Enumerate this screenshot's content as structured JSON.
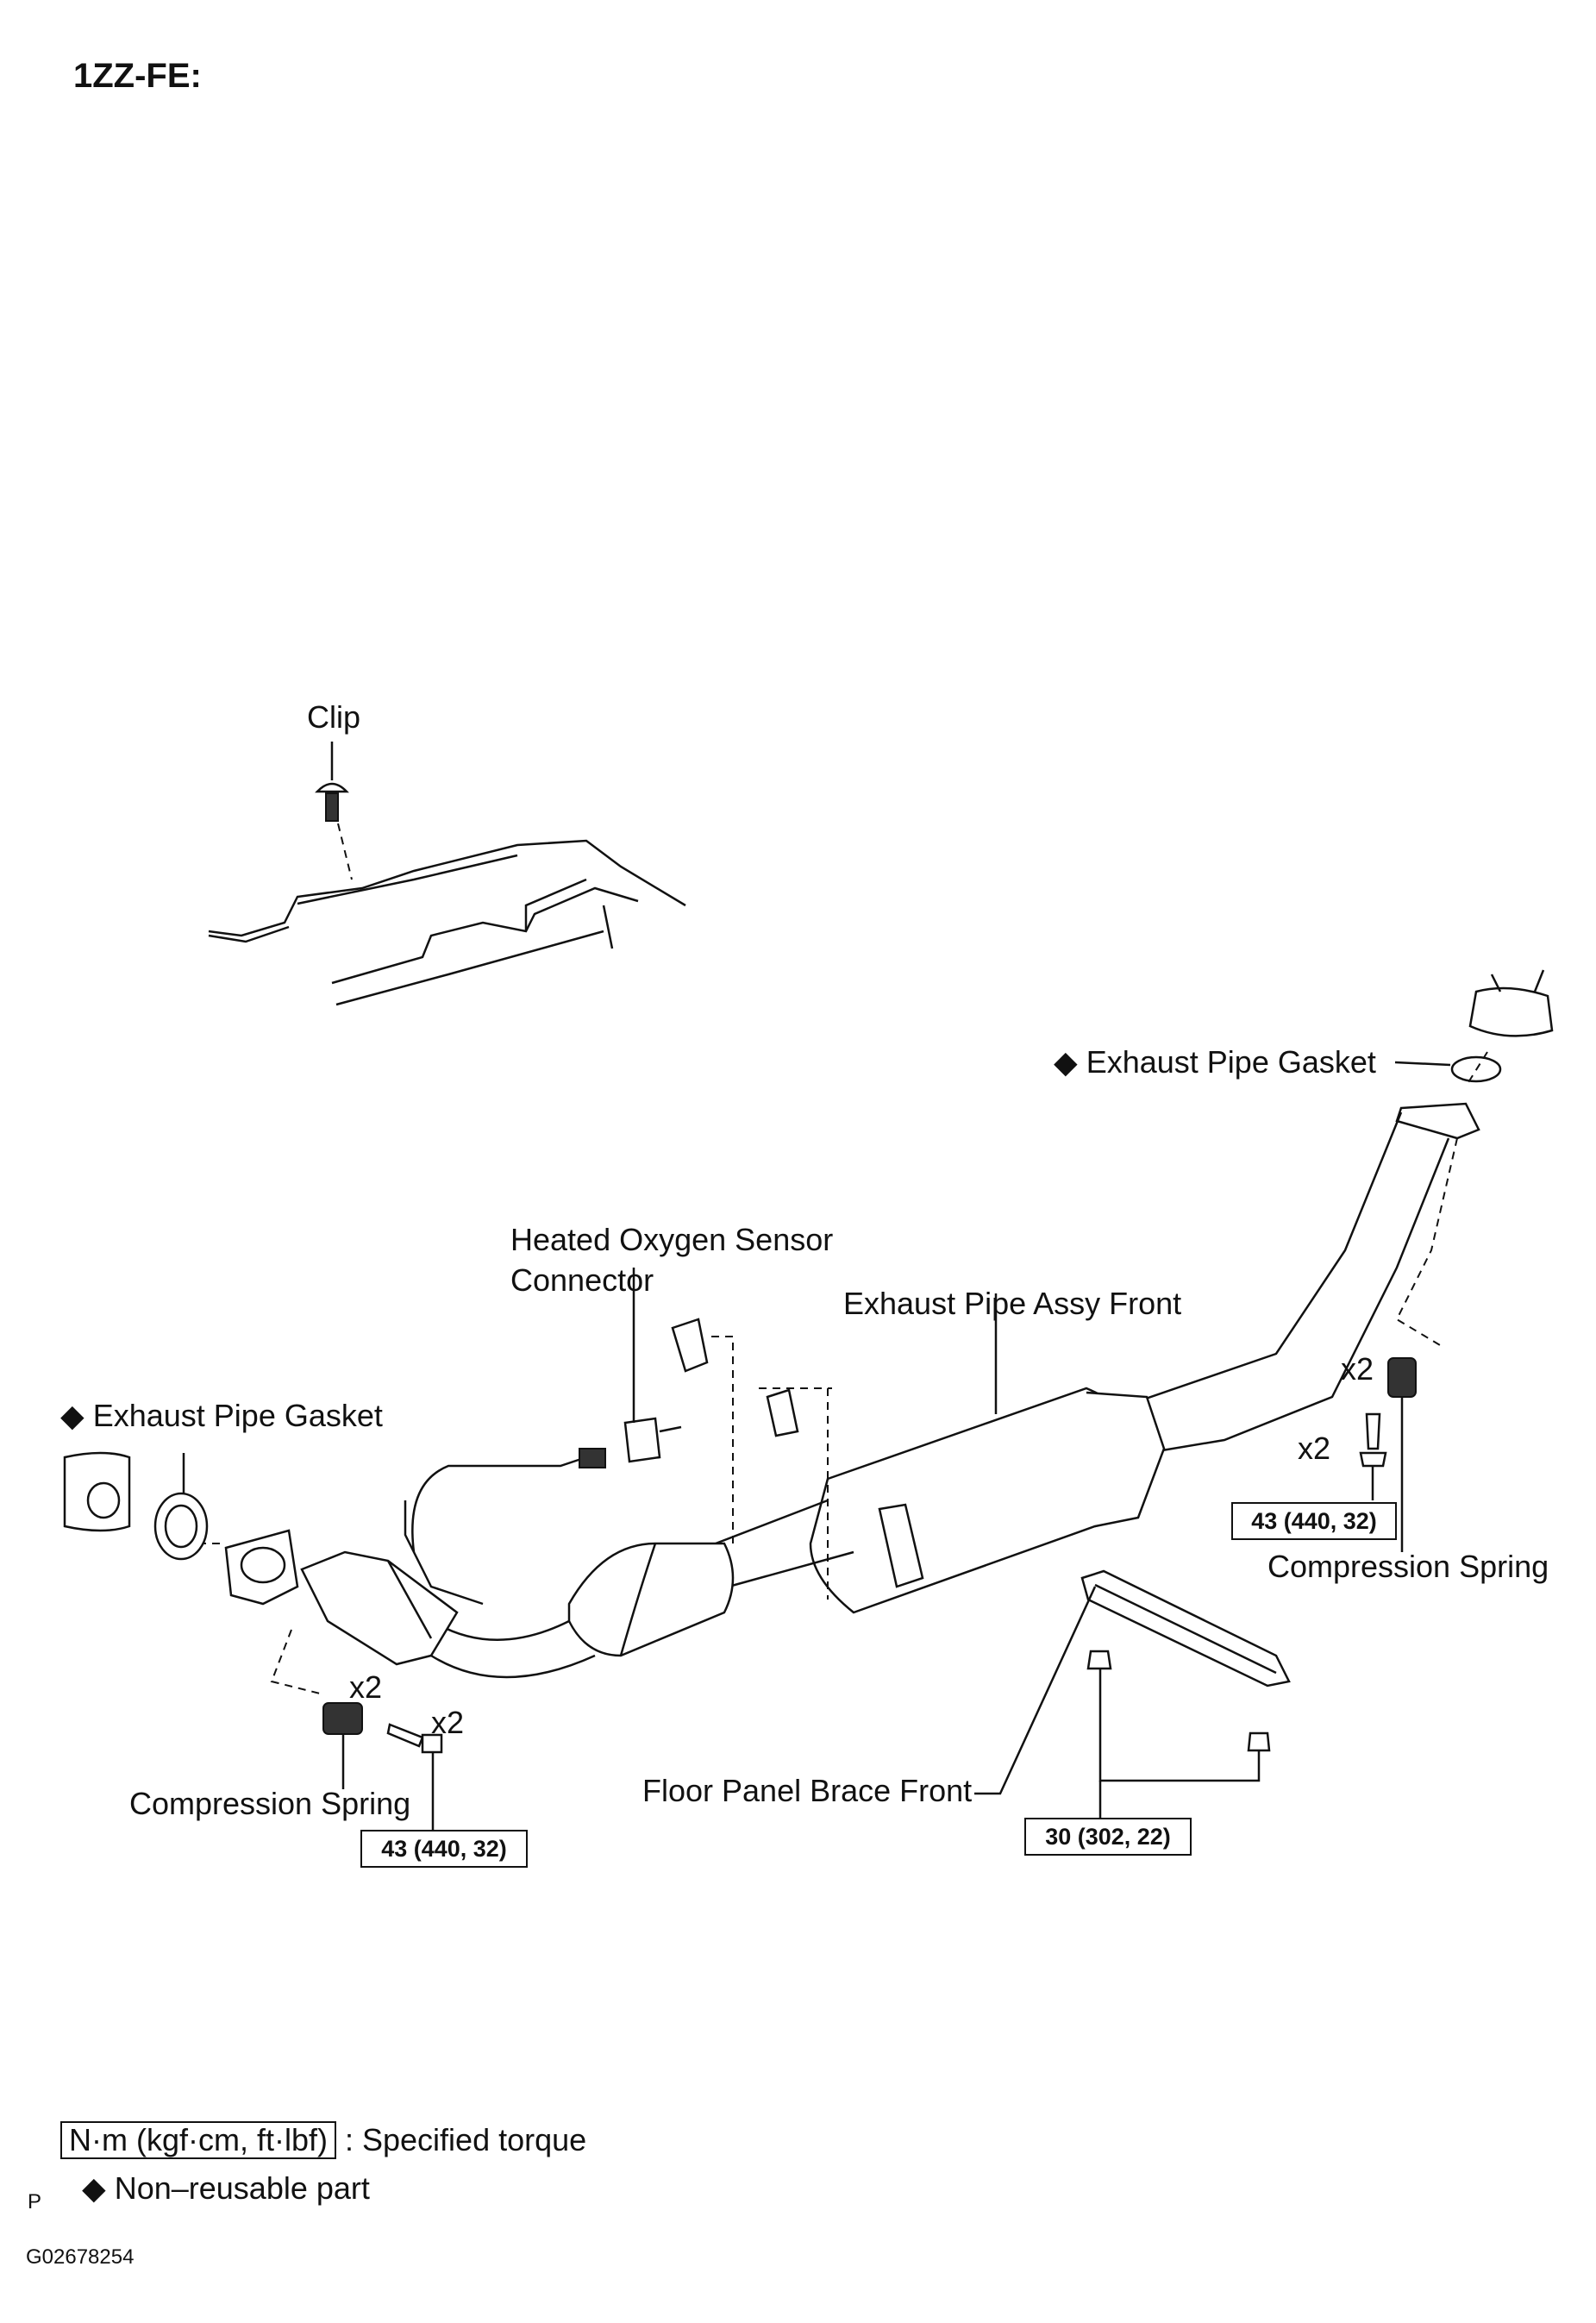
{
  "header": {
    "engine": "1ZZ-FE:"
  },
  "labels": {
    "clip": "Clip",
    "gasket_right": "Exhaust Pipe Gasket",
    "sensor_line1": "Heated Oxygen Sensor",
    "sensor_line2": "Connector",
    "pipe_assy": "Exhaust Pipe Assy Front",
    "gasket_left": "Exhaust Pipe Gasket",
    "spring_right": "Compression Spring",
    "spring_left": "Compression Spring",
    "brace": "Floor Panel Brace Front",
    "x2": "x2"
  },
  "torque": {
    "right": "43 (440, 32)",
    "left": "43 (440, 32)",
    "brace": "30 (302, 22)"
  },
  "symbols": {
    "non_reusable": "◆"
  },
  "legend": {
    "torque_unit": "N·m (kgf·cm, ft·lbf)",
    "torque_desc": ": Specified torque",
    "non_reusable": "Non–reusable part"
  },
  "footer": {
    "mark": "P",
    "figure_id": "G02678254"
  }
}
